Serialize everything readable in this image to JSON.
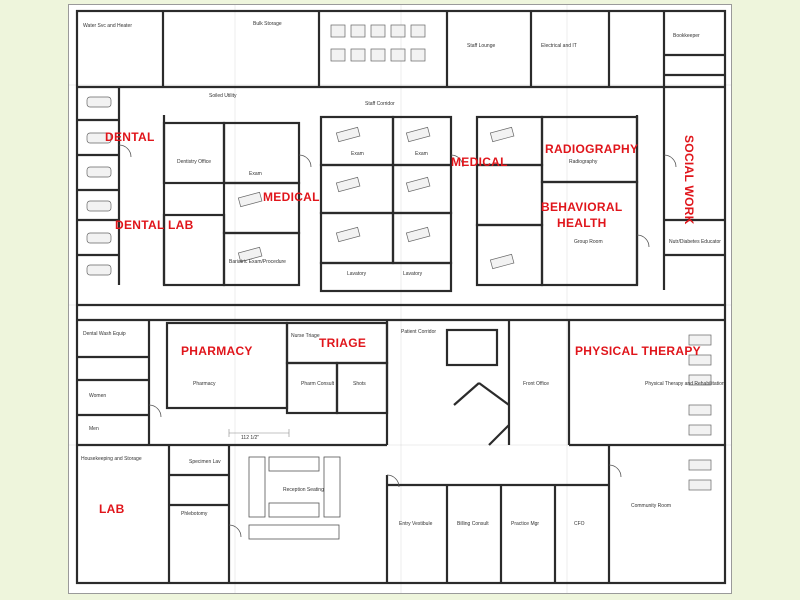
{
  "departments": {
    "dental": "DENTAL",
    "dental_lab": "DENTAL LAB",
    "medical_left": "MEDICAL",
    "medical_right": "MEDICAL",
    "radiography": "RADIOGRAPHY",
    "behavioral_health_1": "BEHAVIORAL",
    "behavioral_health_2": "HEALTH",
    "social_work": "SOCIAL WORK",
    "pharmacy": "PHARMACY",
    "triage": "TRIAGE",
    "physical_therapy": "PHYSICAL THERAPY",
    "lab": "LAB"
  },
  "rooms": {
    "water_svc": "Water Svc and Heater",
    "bulk_storage": "Bulk Storage",
    "staff_lounge": "Staff Lounge",
    "electrical": "Electrical and IT",
    "bookkeeper": "Bookkeeper",
    "staff_corridor": "Staff Corridor",
    "soiled_utility": "Soiled Utility",
    "dentistry_office": "Dentistry Office",
    "exam": "Exam",
    "radiography_room": "Radiography",
    "group_room": "Group Room",
    "nutr_educator": "Nutr/Diabetes Educator",
    "bariatric": "Bariatric Exam/Procedure",
    "lavatory": "Lavatory",
    "patient_corridor": "Patient Corridor",
    "nurse_triage": "Nurse Triage",
    "pharmacy_room": "Pharmacy",
    "pharm_consult": "Pharm Consult",
    "shots": "Shots",
    "front_office": "Front Office",
    "physical_therapy_room": "Physical Therapy and Rehabilitation",
    "housekeeping": "Housekeeping and Storage",
    "specimen_lav": "Specimen Lav",
    "phlebotomy": "Phlebotomy",
    "reception": "Reception Seating",
    "entry_vestibule": "Entry Vestibule",
    "billing_consult": "Billing Consult",
    "practice_mgr": "Practice Mgr",
    "cfo": "CFO",
    "community_room": "Community Room",
    "dental_wash": "Dental Wash Equip",
    "women": "Women",
    "men": "Men",
    "dim_note": "112 1/2\""
  }
}
